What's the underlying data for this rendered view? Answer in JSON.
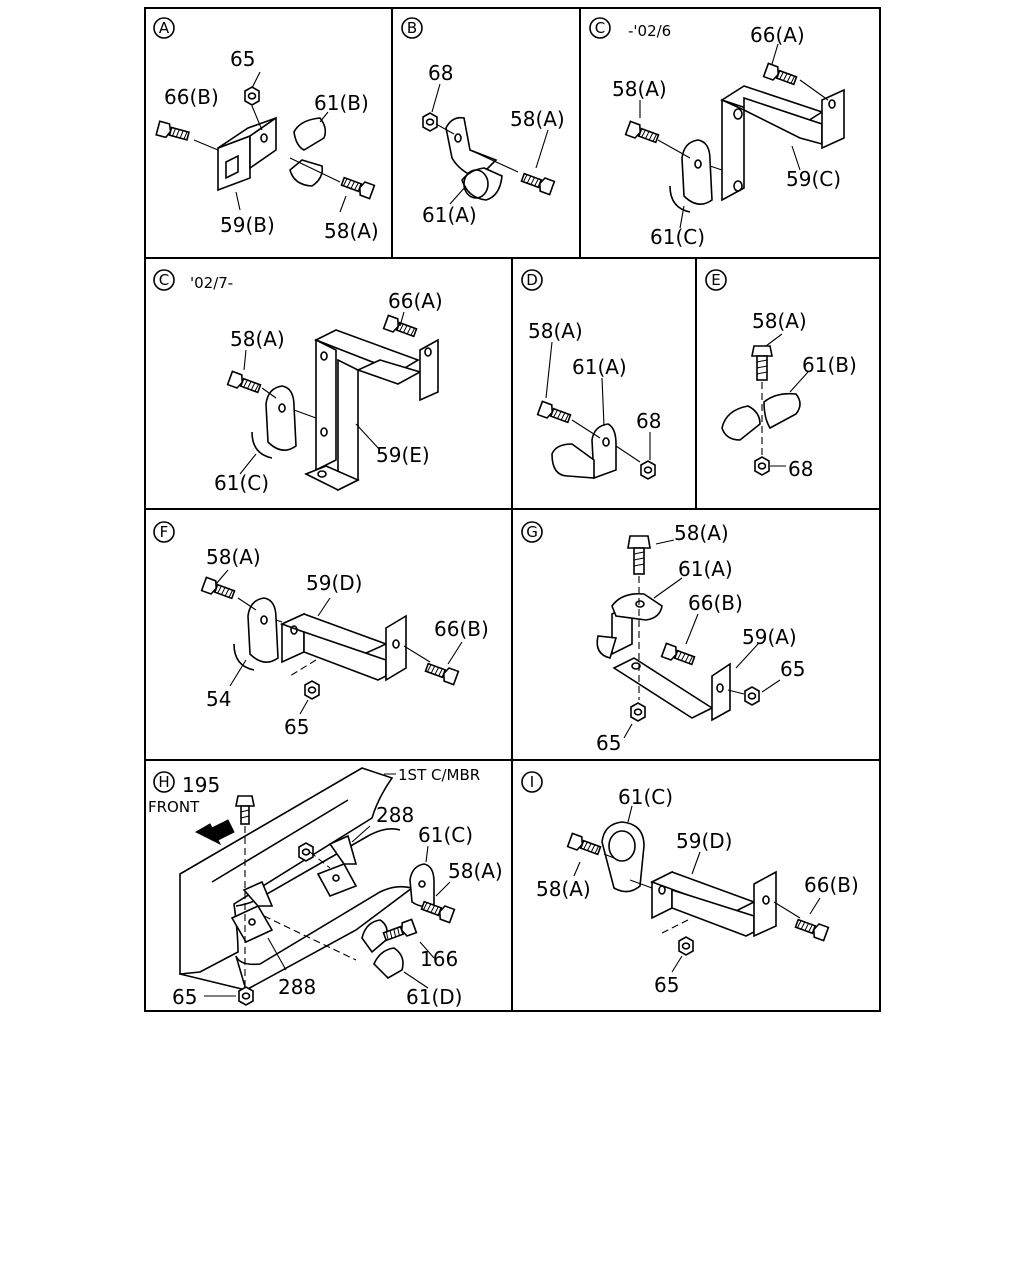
{
  "panels": [
    {
      "id": "A",
      "badge": "A",
      "note": "",
      "labels": [
        "65",
        "66(B)",
        "61(B)",
        "59(B)",
        "58(A)"
      ]
    },
    {
      "id": "B",
      "badge": "B",
      "note": "",
      "labels": [
        "68",
        "58(A)",
        "61(A)"
      ]
    },
    {
      "id": "C1",
      "badge": "C",
      "note": "-'02/6",
      "labels": [
        "66(A)",
        "58(A)",
        "59(C)",
        "61(C)"
      ]
    },
    {
      "id": "C2",
      "badge": "C",
      "note": "'02/7-",
      "labels": [
        "66(A)",
        "58(A)",
        "59(E)",
        "61(C)"
      ]
    },
    {
      "id": "D",
      "badge": "D",
      "note": "",
      "labels": [
        "58(A)",
        "61(A)",
        "68"
      ]
    },
    {
      "id": "E",
      "badge": "E",
      "note": "",
      "labels": [
        "58(A)",
        "61(B)",
        "68"
      ]
    },
    {
      "id": "F",
      "badge": "F",
      "note": "",
      "labels": [
        "58(A)",
        "59(D)",
        "66(B)",
        "54",
        "65"
      ]
    },
    {
      "id": "G",
      "badge": "G",
      "note": "",
      "labels": [
        "58(A)",
        "61(A)",
        "66(B)",
        "59(A)",
        "65",
        "65"
      ]
    },
    {
      "id": "H",
      "badge": "H",
      "note": "",
      "labels": [
        "195",
        "FRONT",
        "1ST C/MBR",
        "288",
        "61(C)",
        "58(A)",
        "166",
        "288",
        "65",
        "61(D)"
      ]
    },
    {
      "id": "I",
      "badge": "I",
      "note": "",
      "labels": [
        "61(C)",
        "59(D)",
        "58(A)",
        "66(B)",
        "65"
      ]
    }
  ]
}
